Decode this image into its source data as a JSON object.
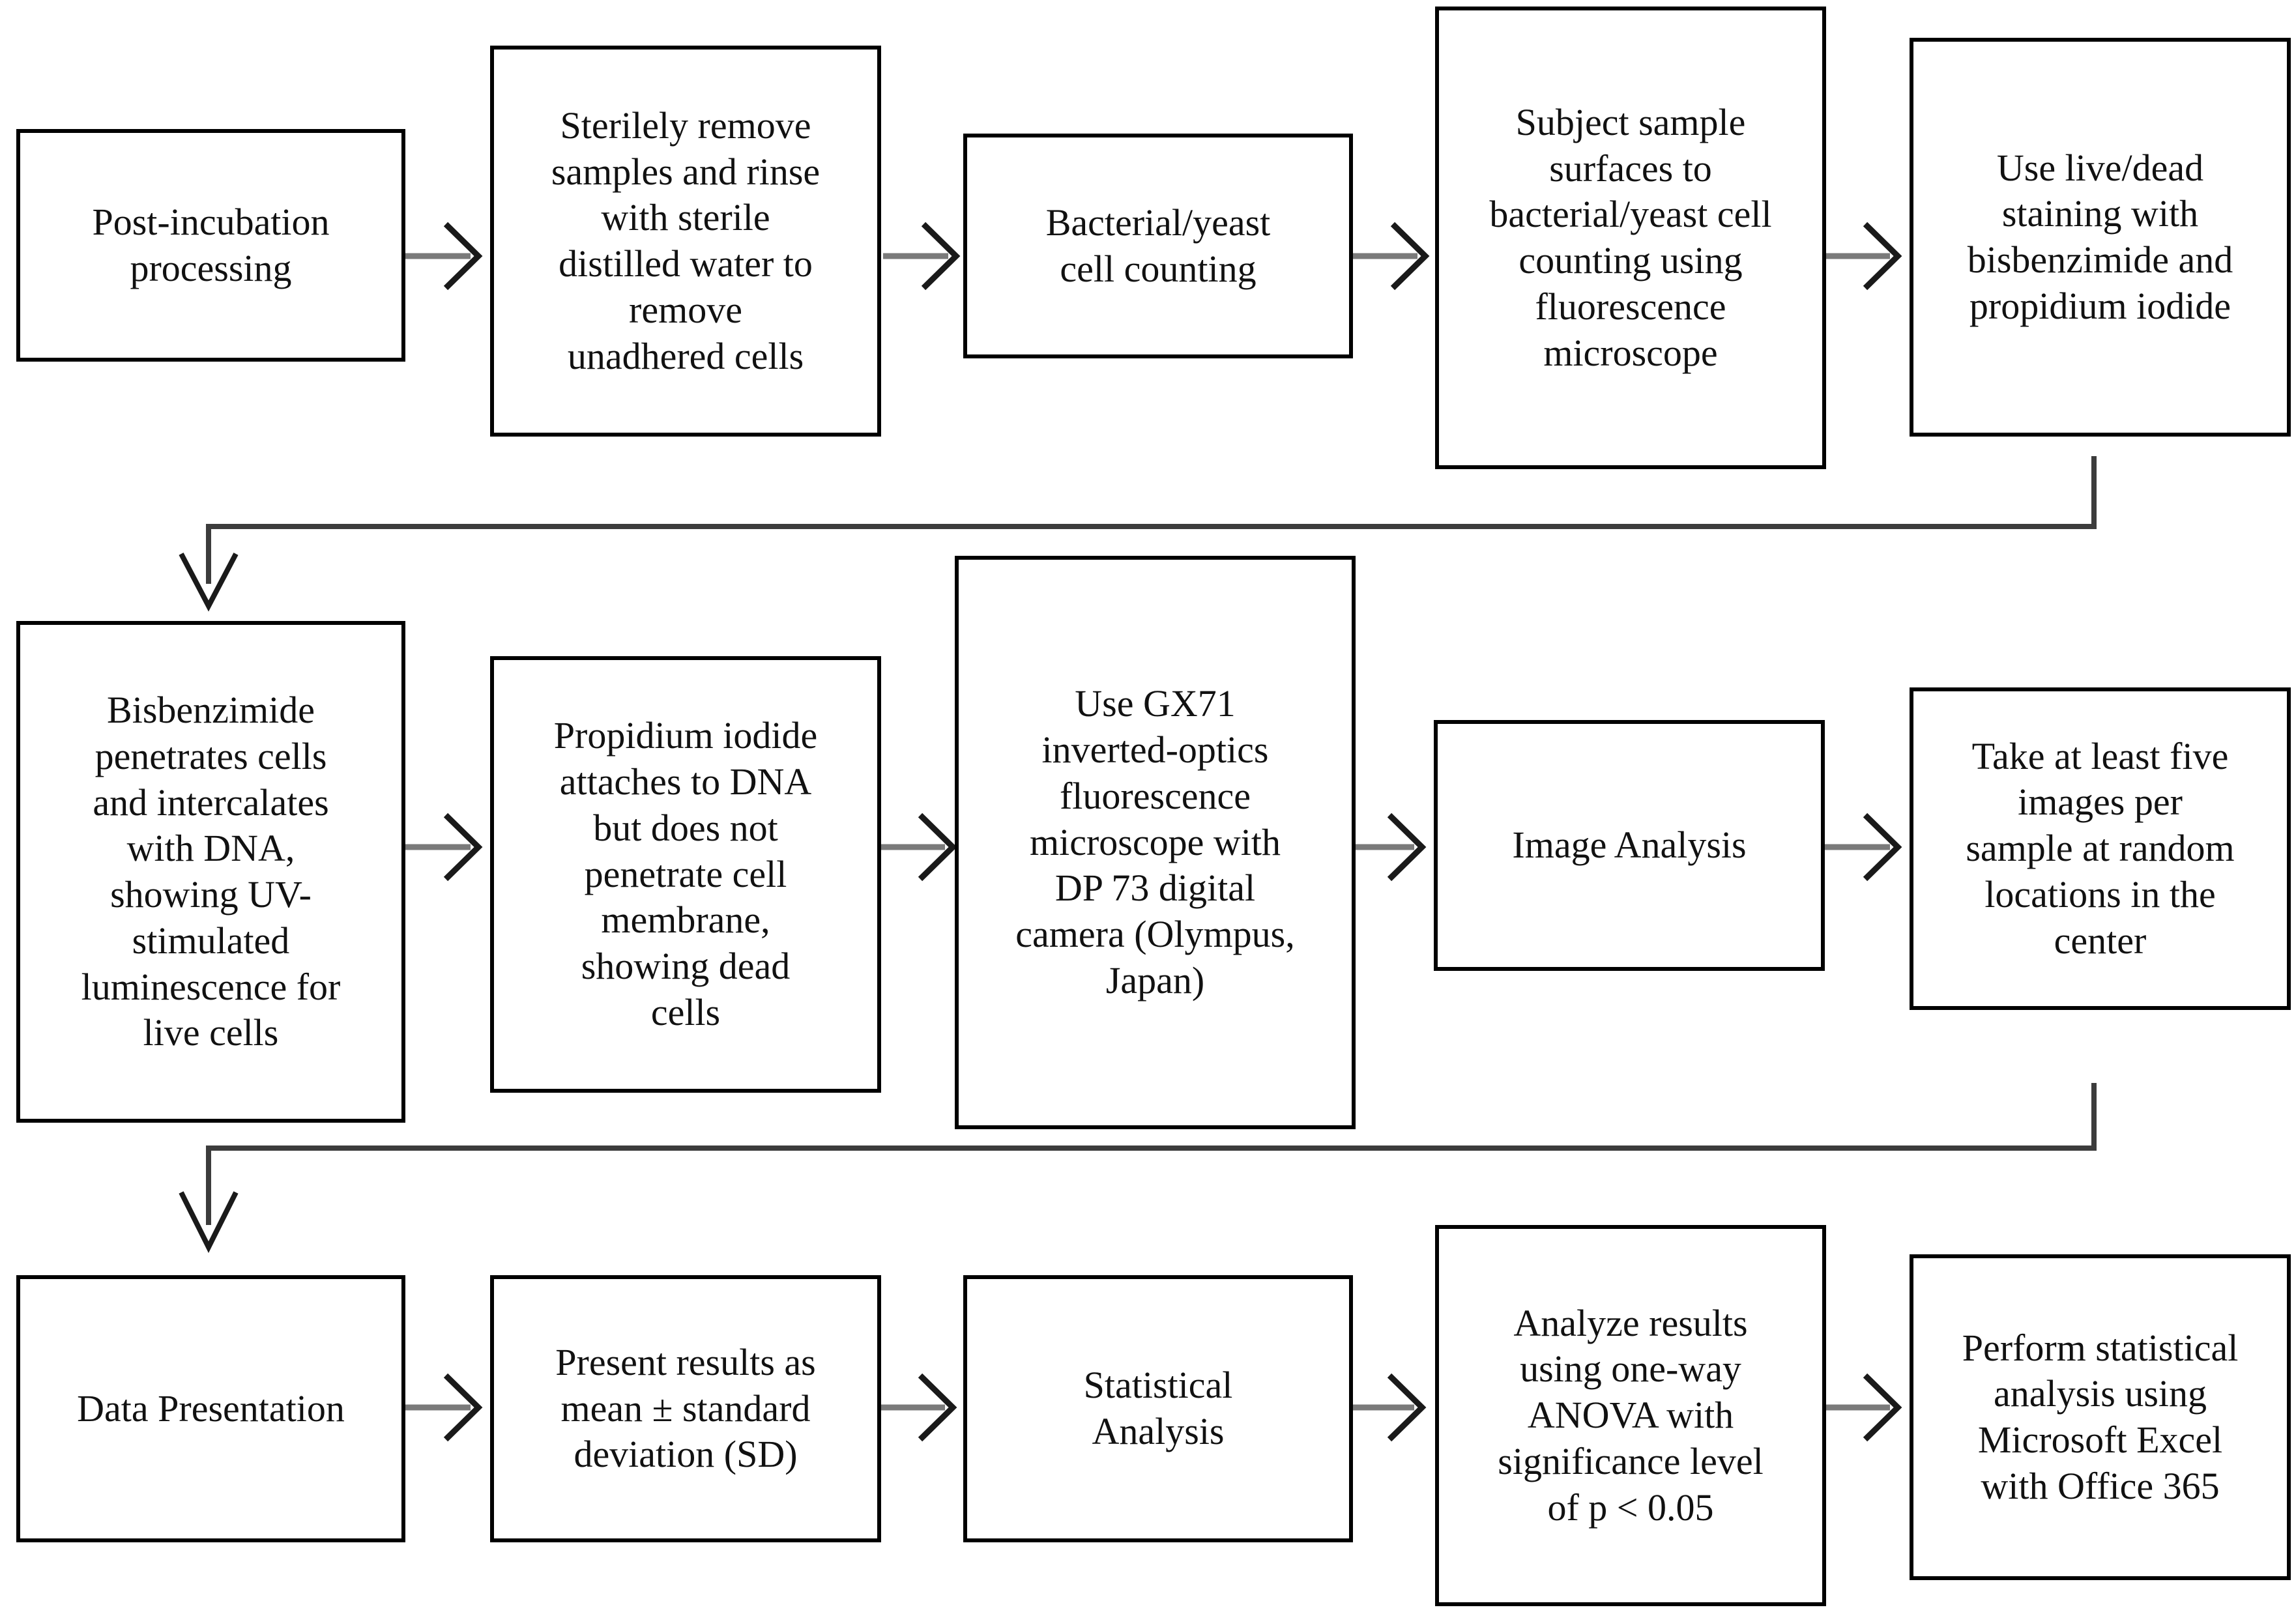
{
  "diagram": {
    "type": "flowchart",
    "title": "",
    "orientation": "left-to-right, serpentine over three rows",
    "style": {
      "box_border_color": "#000000",
      "box_fill_color": "#ffffff",
      "connector_color": "#595959",
      "text_color": "#111111",
      "background": "#ffffff"
    },
    "rows": [
      {
        "row_index": 1,
        "nodes": [
          {
            "id": "n1",
            "label": "Post-incubation\nprocessing"
          },
          {
            "id": "n2",
            "label": "Sterilely remove\nsamples and rinse\nwith sterile\ndistilled water to\nremove\nunadhered cells"
          },
          {
            "id": "n3",
            "label": "Bacterial/yeast\ncell counting"
          },
          {
            "id": "n4",
            "label": "Subject sample\nsurfaces to\nbacterial/yeast cell\ncounting using\nfluorescence\nmicroscope"
          },
          {
            "id": "n5",
            "label": "Use live/dead\nstaining with\nbisbenzimide and\npropidium iodide"
          }
        ]
      },
      {
        "row_index": 2,
        "nodes": [
          {
            "id": "n6",
            "label": "Bisbenzimide\npenetrates cells\nand intercalates\nwith DNA,\nshowing UV-\nstimulated\nluminescence for\nlive cells"
          },
          {
            "id": "n7",
            "label": "Propidium iodide\nattaches to DNA\nbut does not\npenetrate cell\nmembrane,\nshowing dead\ncells"
          },
          {
            "id": "n8",
            "label": "Use GX71\ninverted-optics\nfluorescence\nmicroscope with\nDP 73 digital\ncamera (Olympus,\nJapan)"
          },
          {
            "id": "n9",
            "label": "Image Analysis"
          },
          {
            "id": "n10",
            "label": "Take at least five\nimages per\nsample at random\nlocations in the\ncenter"
          }
        ]
      },
      {
        "row_index": 3,
        "nodes": [
          {
            "id": "n11",
            "label": "Data Presentation"
          },
          {
            "id": "n12",
            "label": "Present results as\nmean ± standard\ndeviation (SD)"
          },
          {
            "id": "n13",
            "label": "Statistical\nAnalysis"
          },
          {
            "id": "n14",
            "label": "Analyze results\nusing one-way\nANOVA with\nsignificance level\nof p < 0.05"
          },
          {
            "id": "n15",
            "label": "Perform statistical\nanalysis using\nMicrosoft Excel\nwith Office 365"
          }
        ]
      }
    ],
    "connectors": [
      {
        "id": "a1",
        "from": "n1",
        "to": "n2",
        "kind": "arrow-right"
      },
      {
        "id": "a2",
        "from": "n2",
        "to": "n3",
        "kind": "arrow-right"
      },
      {
        "id": "a3",
        "from": "n3",
        "to": "n4",
        "kind": "arrow-right"
      },
      {
        "id": "a4",
        "from": "n4",
        "to": "n5",
        "kind": "arrow-right"
      },
      {
        "id": "a5",
        "from": "n5",
        "to": "n6",
        "kind": "elbow-wrap-down-left"
      },
      {
        "id": "a6",
        "from": "n6",
        "to": "n7",
        "kind": "arrow-right"
      },
      {
        "id": "a7",
        "from": "n7",
        "to": "n8",
        "kind": "arrow-right"
      },
      {
        "id": "a8",
        "from": "n8",
        "to": "n9",
        "kind": "arrow-right"
      },
      {
        "id": "a9",
        "from": "n9",
        "to": "n10",
        "kind": "arrow-right"
      },
      {
        "id": "a10",
        "from": "n10",
        "to": "n11",
        "kind": "elbow-wrap-down-left"
      },
      {
        "id": "a11",
        "from": "n11",
        "to": "n12",
        "kind": "arrow-right"
      },
      {
        "id": "a12",
        "from": "n12",
        "to": "n13",
        "kind": "arrow-right"
      },
      {
        "id": "a13",
        "from": "n13",
        "to": "n14",
        "kind": "arrow-right"
      },
      {
        "id": "a14",
        "from": "n14",
        "to": "n15",
        "kind": "arrow-right"
      }
    ]
  }
}
